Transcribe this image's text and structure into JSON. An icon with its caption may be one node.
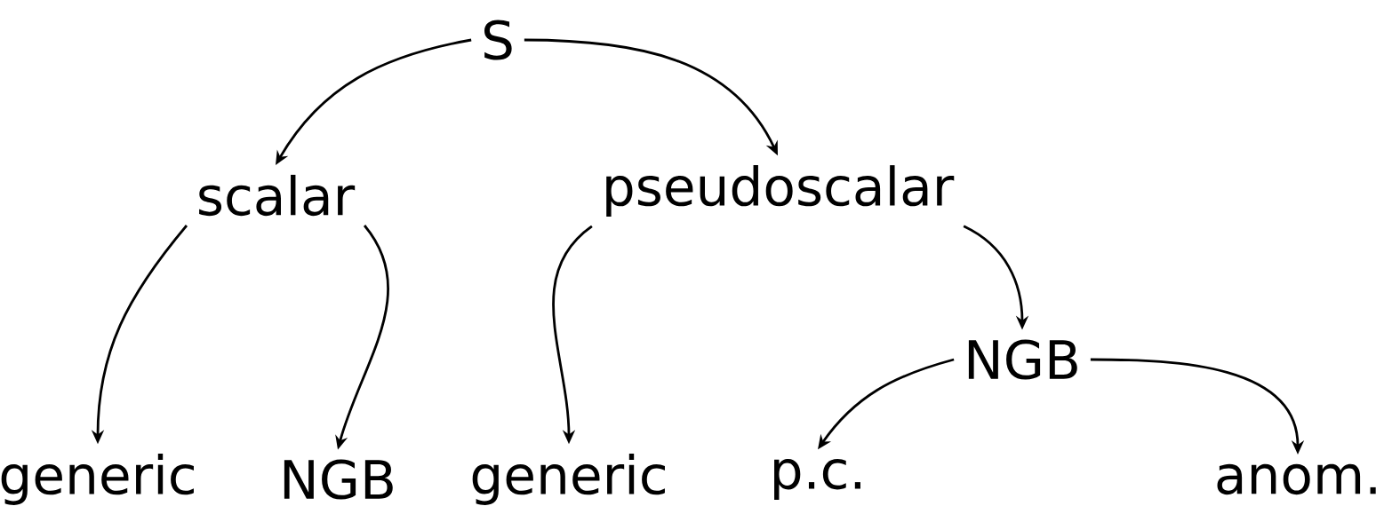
{
  "diagram": {
    "nodes": [
      {
        "text": [
          "S"
        ]
      },
      {
        "text": [
          "scalar"
        ]
      },
      {
        "text": [
          "pseudoscalar"
        ]
      },
      {
        "text": [
          "generic"
        ]
      },
      {
        "text": [
          "NGB"
        ]
      },
      {
        "text": [
          "generic"
        ]
      },
      {
        "text": [
          "NGB"
        ]
      },
      {
        "text": [
          "p.c."
        ]
      },
      {
        "text": [
          "anom."
        ]
      }
    ],
    "edges": [
      {
        "from": 0,
        "to": 1,
        "arrow": "to"
      },
      {
        "from": 0,
        "to": 2,
        "arrow": "to"
      },
      {
        "from": 1,
        "to": 3,
        "arrow": "to"
      },
      {
        "from": 1,
        "to": 4,
        "arrow": "to"
      },
      {
        "from": 2,
        "to": 5,
        "arrow": "to"
      },
      {
        "from": 2,
        "to": 6,
        "arrow": "to"
      },
      {
        "from": 6,
        "to": 7,
        "arrow": "to"
      },
      {
        "from": 6,
        "to": 8,
        "arrow": "to"
      }
    ]
  }
}
